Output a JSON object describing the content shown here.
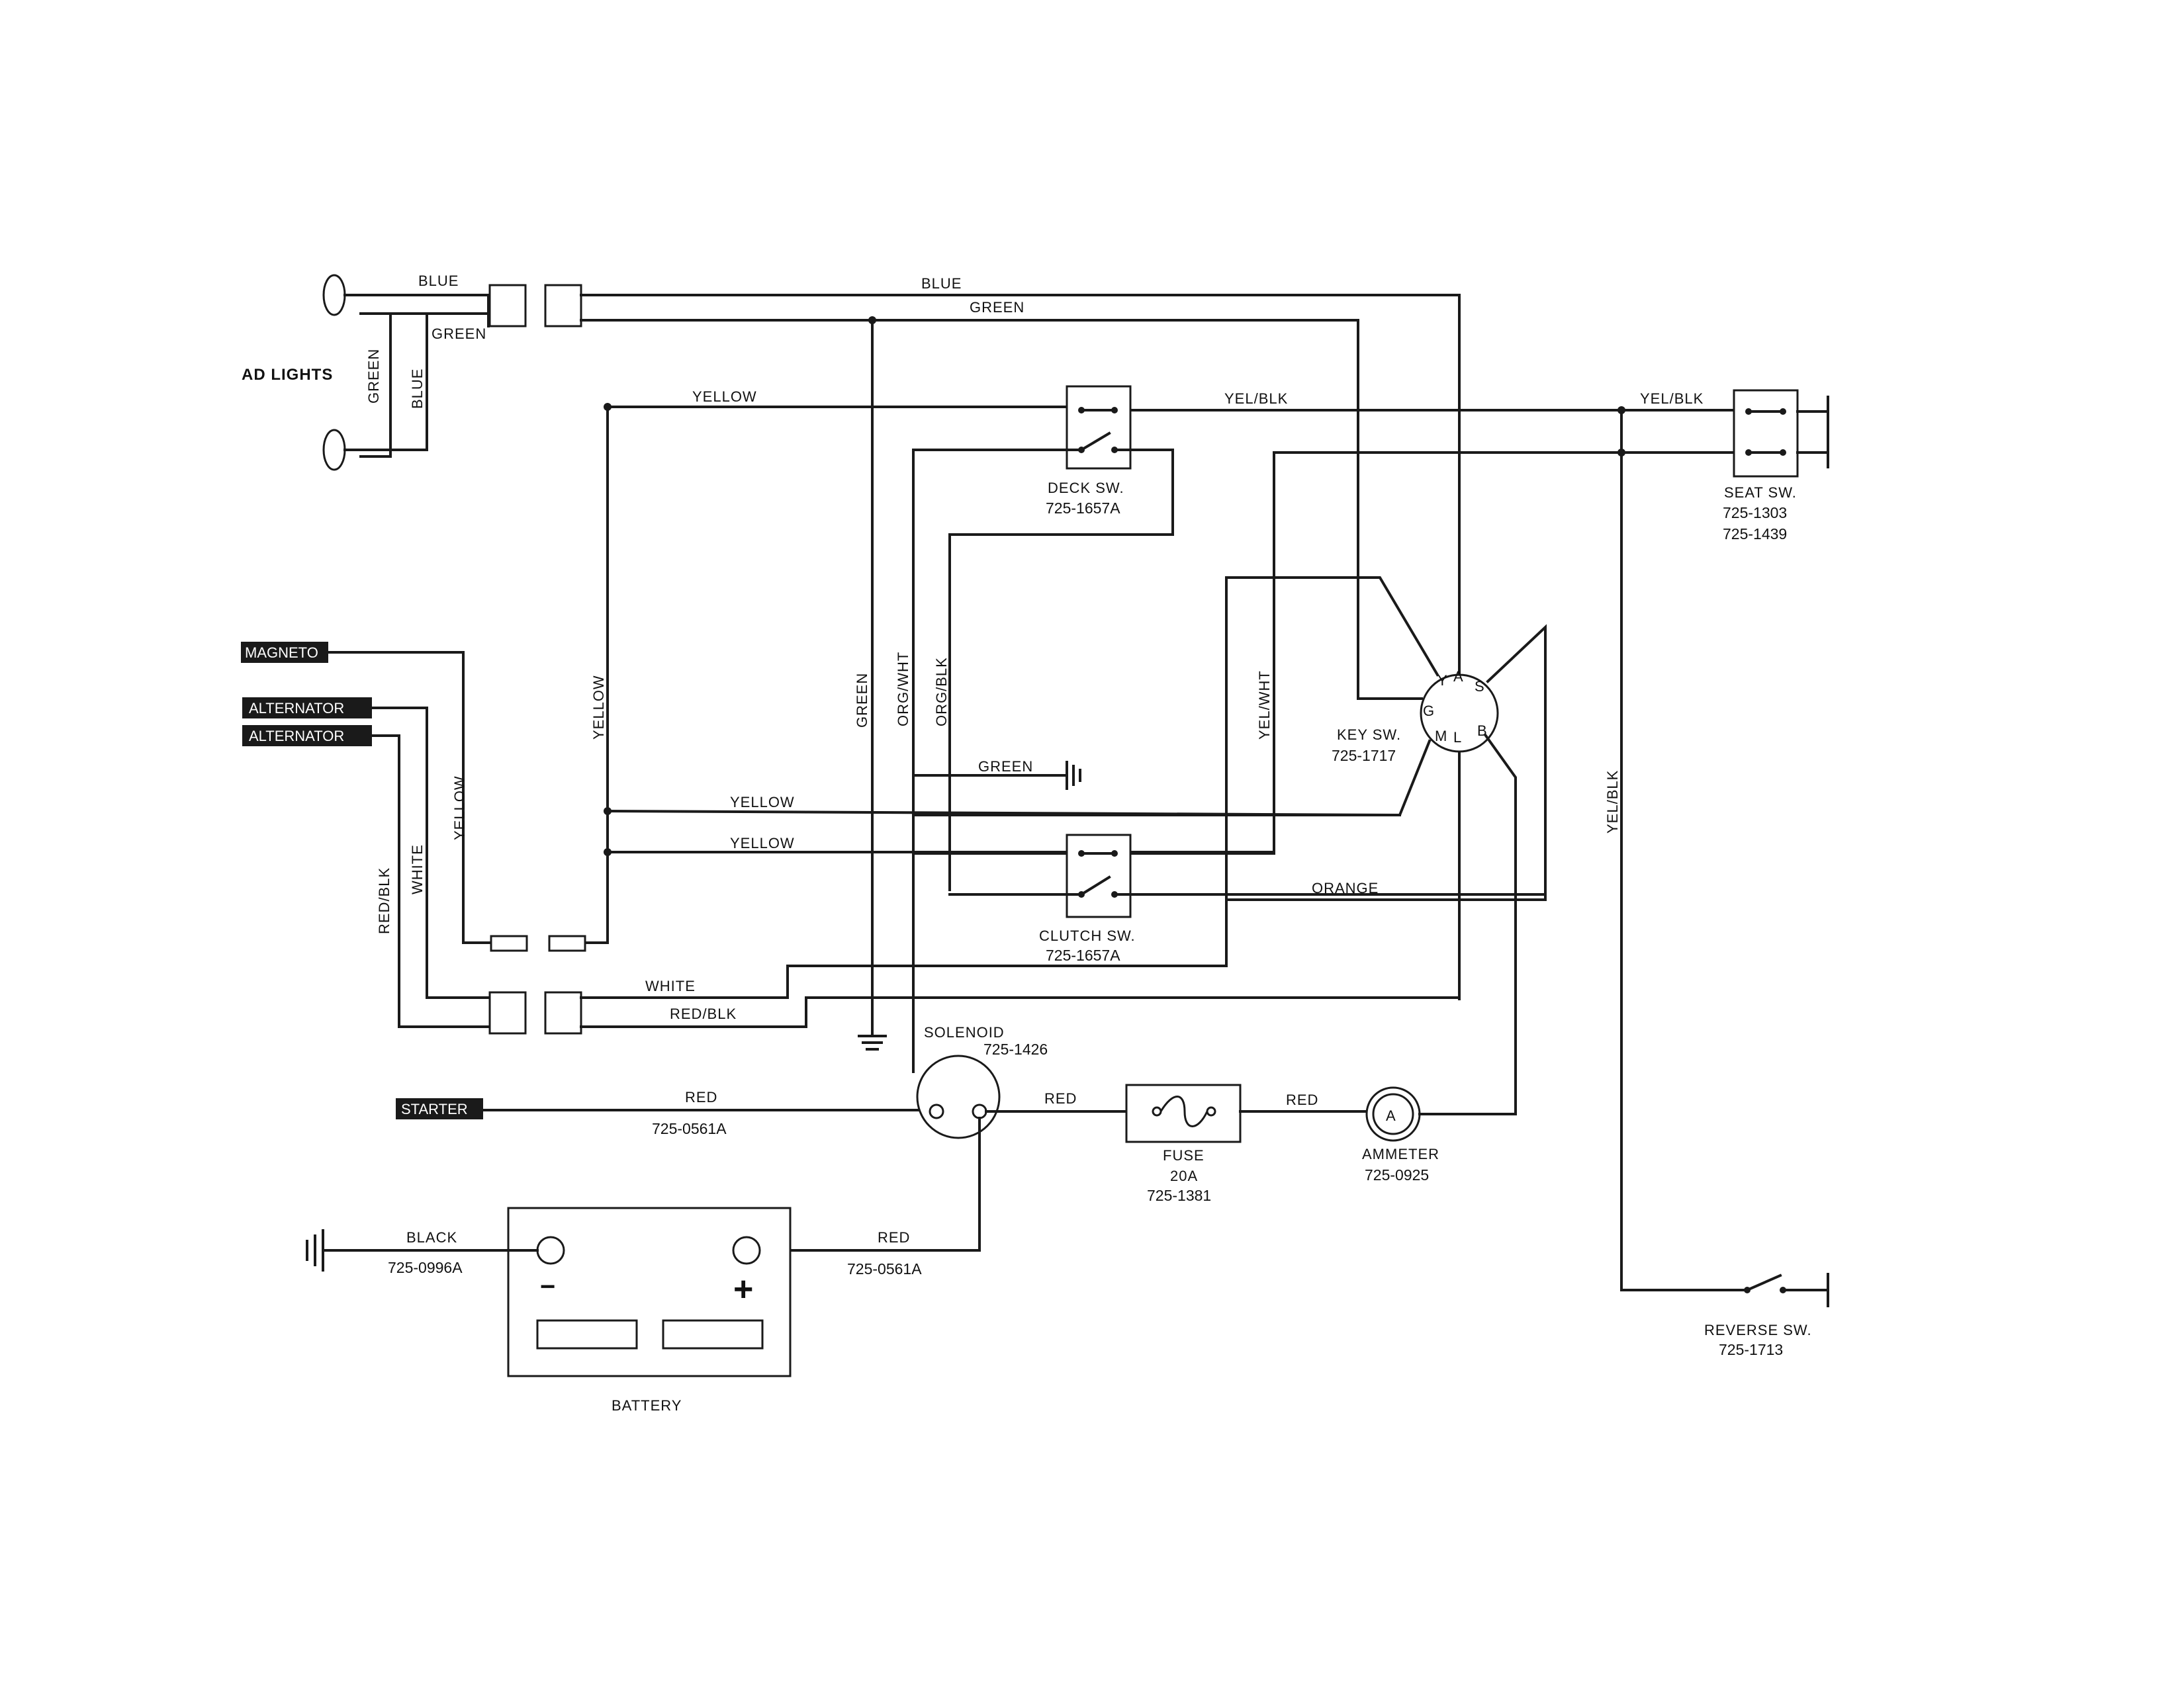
{
  "wires": {
    "blue_top": "BLUE",
    "green_top": "GREEN",
    "blue_main": "BLUE",
    "green_main": "GREEN",
    "green_vertical_left": "GREEN",
    "blue_vertical_left": "BLUE",
    "yellow_top": "YELLOW",
    "yel_blk_top": "YEL/BLK",
    "yel_blk_right": "YEL/BLK",
    "yel_blk_vertical": "YEL/BLK",
    "yellow_vertical_mid": "YELLOW",
    "yellow_vertical_left": "YELLOW",
    "green_vertical_mid": "GREEN",
    "org_wht_vertical": "ORG/WHT",
    "org_blk_vertical": "ORG/BLK",
    "yel_wht_vertical": "YEL/WHT",
    "green_ground": "GREEN",
    "yellow_mid_1": "YELLOW",
    "yellow_mid_2": "YELLOW",
    "orange": "ORANGE",
    "white_horizontal": "WHITE",
    "red_blk_horizontal": "RED/BLK",
    "red_blk_vertical": "RED/BLK",
    "white_vertical": "WHITE",
    "red_starter": "RED",
    "red_solenoid_fuse": "RED",
    "red_fuse_ammeter": "RED",
    "red_battery": "RED",
    "black_battery": "BLACK"
  },
  "components": {
    "head_lights": "AD LIGHTS",
    "magneto": "MAGNETO",
    "alternator_1": "ALTERNATOR",
    "alternator_2": "ALTERNATOR",
    "starter": "STARTER",
    "deck_switch": {
      "name": "DECK SW.",
      "part": "725-1657A"
    },
    "clutch_switch": {
      "name": "CLUTCH SW.",
      "part": "725-1657A"
    },
    "seat_switch": {
      "name": "SEAT SW.",
      "part1": "725-1303",
      "part2": "725-1439"
    },
    "key_switch": {
      "name": "KEY SW.",
      "part": "725-1717",
      "terminals": {
        "y": "Y",
        "a": "A",
        "s": "S",
        "g": "G",
        "m": "M",
        "l": "L",
        "b": "B"
      }
    },
    "solenoid": {
      "name": "SOLENOID",
      "part": "725-1426"
    },
    "fuse": {
      "name": "FUSE",
      "rating": "20A",
      "part": "725-1381"
    },
    "ammeter": {
      "name": "AMMETER",
      "part": "725-0925",
      "symbol": "A"
    },
    "battery": {
      "name": "BATTERY",
      "minus": "−",
      "plus": "+"
    },
    "reverse_switch": {
      "name": "REVERSE SW.",
      "part": "725-1713"
    }
  },
  "cables": {
    "starter_cable": "725-0561A",
    "battery_positive_cable": "725-0561A",
    "battery_ground_cable": "725-0996A"
  }
}
